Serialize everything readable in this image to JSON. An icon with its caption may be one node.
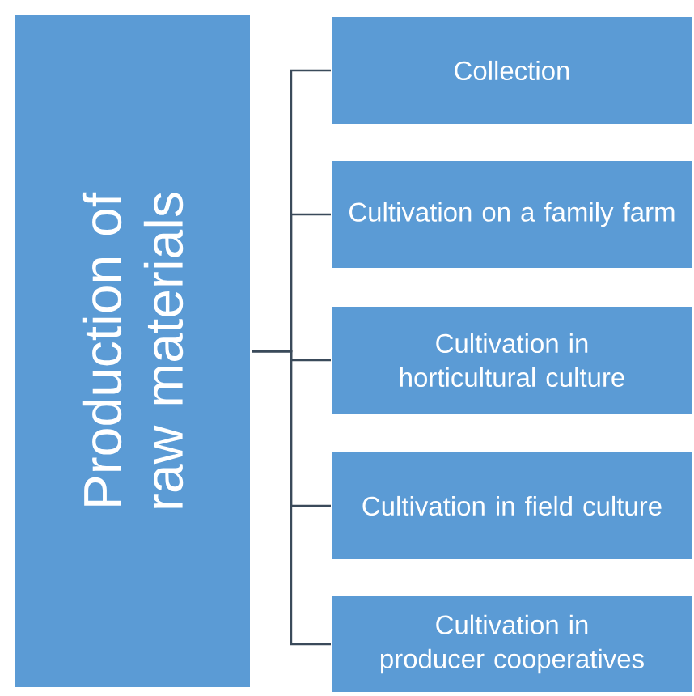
{
  "diagram": {
    "nodes": [
      {
        "text": [
          "Production of raw materials"
        ]
      },
      {
        "text": [
          "Collection"
        ]
      },
      {
        "text": [
          "Cultivation on a family farm"
        ]
      },
      {
        "text": [
          "Cultivation in horticultural culture"
        ]
      },
      {
        "text": [
          "Cultivation in field culture"
        ]
      },
      {
        "text": [
          "Cultivation in producer cooperatives"
        ]
      }
    ],
    "edges": [
      {
        "from": 0,
        "to": 1,
        "arrow": "none"
      },
      {
        "from": 0,
        "to": 2,
        "arrow": "none"
      },
      {
        "from": 0,
        "to": 3,
        "arrow": "none"
      },
      {
        "from": 0,
        "to": 4,
        "arrow": "none"
      },
      {
        "from": 0,
        "to": 5,
        "arrow": "none"
      }
    ]
  }
}
